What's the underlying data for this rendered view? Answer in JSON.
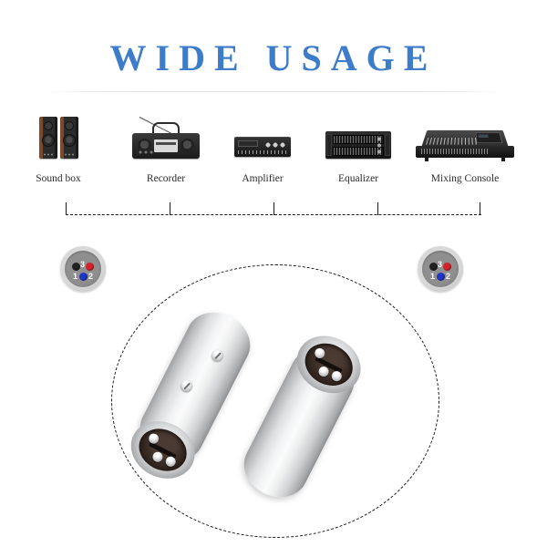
{
  "title": "WIDE USAGE",
  "theme": {
    "title_color": "#3d7cc9",
    "background": "#ffffff",
    "label_color": "#2b2b2b",
    "dash_color": "#1a1a1a"
  },
  "devices": [
    {
      "name": "sound-box",
      "label": "Sound box"
    },
    {
      "name": "recorder",
      "label": "Recorder"
    },
    {
      "name": "amplifier",
      "label": "Amplifier"
    },
    {
      "name": "equalizer",
      "label": "Equalizer"
    },
    {
      "name": "mixing-console",
      "label": "Mixing Console"
    }
  ],
  "pinouts": {
    "left": {
      "pin1": "1",
      "pin2": "2",
      "pin3": "3"
    },
    "right": {
      "pin1": "1",
      "pin2": "2",
      "pin3": "3"
    },
    "colors": {
      "pin1": "#222222",
      "pin2": "#d4222a",
      "pin3": "#2035c8"
    }
  },
  "product": {
    "name": "xlr-male-to-male-adapter",
    "count": 2
  }
}
